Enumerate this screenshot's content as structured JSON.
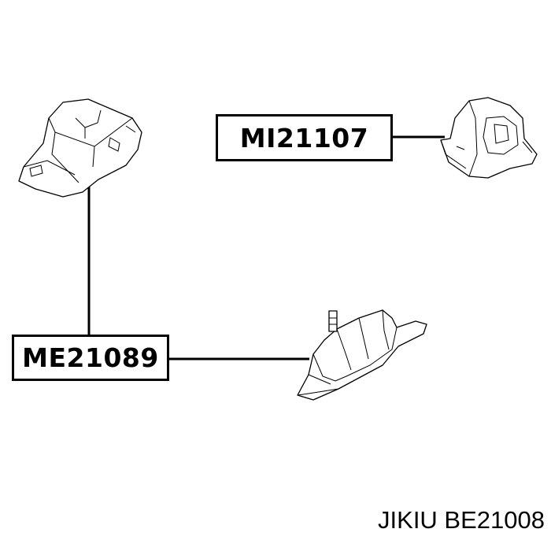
{
  "labels": {
    "upper_part_number": "MI21107",
    "lower_part_number": "ME21089"
  },
  "caption": "JIKIU BE21008",
  "parts": [
    {
      "icon": "engine-mount-bracket-icon",
      "position_word": "top-left"
    },
    {
      "icon": "rubber-bushing-mount-icon",
      "position_word": "top-right"
    },
    {
      "icon": "transmission-mount-icon",
      "position_word": "bottom-center"
    }
  ],
  "colors": {
    "ink": "#000000",
    "background": "#ffffff"
  }
}
